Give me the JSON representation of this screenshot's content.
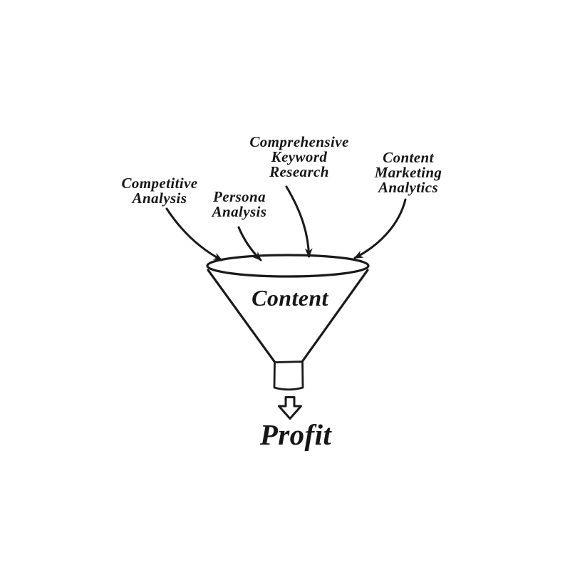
{
  "diagram": {
    "background_color": "#ffffff",
    "ink_color": "#1a1a1a",
    "inputs": [
      {
        "label": "Competitive\nAnalysis"
      },
      {
        "label": "Persona\nAnalysis"
      },
      {
        "label": "Comprehensive\nKeyword\nResearch"
      },
      {
        "label": "Content\nMarketing\nAnalytics"
      }
    ],
    "funnel_label": "Content",
    "output_label": "Profit"
  }
}
